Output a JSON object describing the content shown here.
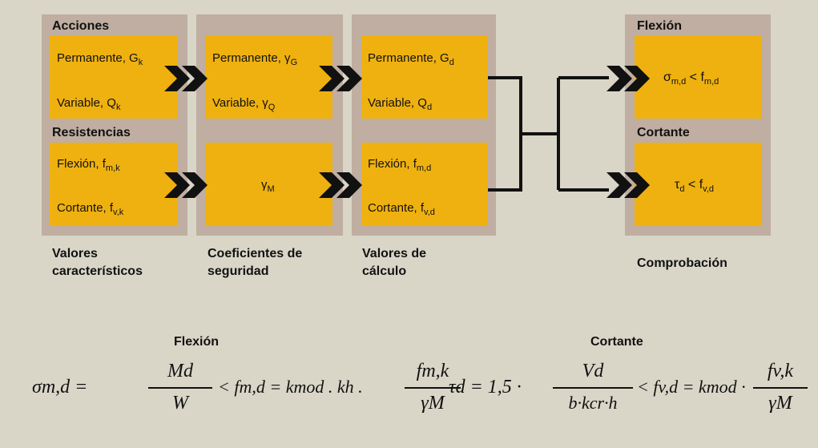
{
  "groups": {
    "acciones": "Acciones",
    "resistencias": "Resistencias",
    "flexion": "Flexión",
    "cortante": "Cortante"
  },
  "col1": {
    "permanente": "Permanente, G",
    "permanente_sub": "k",
    "variable": "Variable, Q",
    "variable_sub": "k",
    "flexion": "Flexión, f",
    "flexion_sub": "m,k",
    "cortante": "Cortante, f",
    "cortante_sub": "v,k"
  },
  "col2": {
    "permanente": "Permanente, γ",
    "permanente_sub": "G",
    "variable": "Variable, γ",
    "variable_sub": "Q",
    "gamma": "γ",
    "gamma_sub": "M"
  },
  "col3": {
    "permanente": "Permanente, G",
    "permanente_sub": "d",
    "variable": "Variable, Q",
    "variable_sub": "d",
    "flexion": "Flexión, f",
    "flexion_sub": "m,d",
    "cortante": "Cortante, f",
    "cortante_sub": "v,d"
  },
  "checks": {
    "flexion_lhs": "σ",
    "flexion_lhs_sub": "m,d",
    "flexion_op": " < f",
    "flexion_rhs_sub": "m,d",
    "cortante_lhs": "τ",
    "cortante_lhs_sub": "d",
    "cortante_op": " < f",
    "cortante_rhs_sub": "v,d"
  },
  "captions": {
    "c1": "Valores característicos",
    "c2": "Coeficientes de seguridad",
    "c3": "Valores de cálculo",
    "c4": "Comprobación"
  },
  "formulas": {
    "flexion_title": "Flexión",
    "cortante_title": "Cortante",
    "f1_lhs": "σm,d =",
    "f1_num": "Md",
    "f1_den": "W",
    "f1_mid": "< fm,d = kmod . kh .",
    "f1_num2": "fm,k",
    "f1_den2": "γM",
    "f2_lhs": "τd = 1,5 ·",
    "f2_num": "Vd",
    "f2_den": "b·kcr·h",
    "f2_mid": "< fv,d = kmod ·",
    "f2_num2": "fv,k",
    "f2_den2": "γM"
  },
  "colors": {
    "background": "#d9d6c8",
    "panel": "#bfaea1",
    "box": "#efb10f",
    "ink": "#111111"
  }
}
